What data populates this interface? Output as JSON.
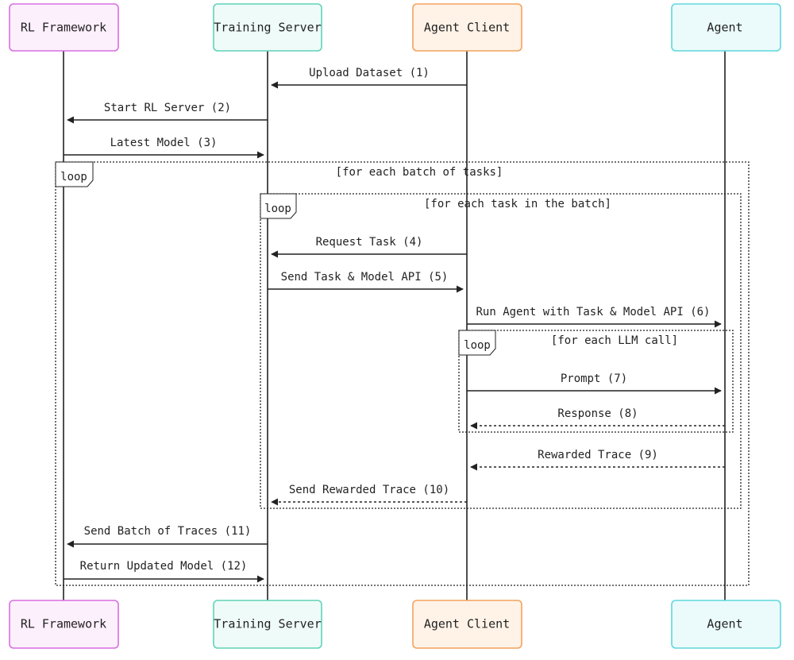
{
  "actors": [
    {
      "id": "rl",
      "label": "RL Framework",
      "color": "#d86fe0",
      "fill": "#fdf0fd"
    },
    {
      "id": "ts",
      "label": "Training Server",
      "color": "#5fd3b8",
      "fill": "#effbf8"
    },
    {
      "id": "ac",
      "label": "Agent Client",
      "color": "#f4a25c",
      "fill": "#fff3e8"
    },
    {
      "id": "ag",
      "label": "Agent",
      "color": "#5fd7dd",
      "fill": "#ebfbfc"
    }
  ],
  "loops": [
    {
      "tag": "loop",
      "condition": "[for each batch of tasks]"
    },
    {
      "tag": "loop",
      "condition": "[for each task in the batch]"
    },
    {
      "tag": "loop",
      "condition": "[for each LLM call]"
    }
  ],
  "messages": [
    {
      "label": "Upload Dataset (1)",
      "from": "ac",
      "to": "ts",
      "style": "solid"
    },
    {
      "label": "Start RL Server (2)",
      "from": "ts",
      "to": "rl",
      "style": "solid"
    },
    {
      "label": "Latest Model (3)",
      "from": "rl",
      "to": "ts",
      "style": "solid"
    },
    {
      "label": "Request Task (4)",
      "from": "ac",
      "to": "ts",
      "style": "solid"
    },
    {
      "label": "Send Task & Model API (5)",
      "from": "ts",
      "to": "ac",
      "style": "solid"
    },
    {
      "label": "Run Agent with Task & Model API (6)",
      "from": "ac",
      "to": "ag",
      "style": "solid"
    },
    {
      "label": "Prompt (7)",
      "from": "ac",
      "to": "ag",
      "style": "solid"
    },
    {
      "label": "Response (8)",
      "from": "ag",
      "to": "ac",
      "style": "dashed"
    },
    {
      "label": "Rewarded Trace (9)",
      "from": "ag",
      "to": "ac",
      "style": "dashed"
    },
    {
      "label": "Send Rewarded Trace (10)",
      "from": "ac",
      "to": "ts",
      "style": "dashed"
    },
    {
      "label": "Send Batch of Traces (11)",
      "from": "ts",
      "to": "rl",
      "style": "solid"
    },
    {
      "label": "Return Updated Model (12)",
      "from": "rl",
      "to": "ts",
      "style": "solid"
    }
  ]
}
